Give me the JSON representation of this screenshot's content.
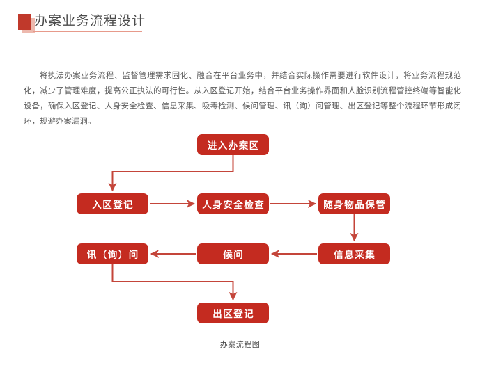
{
  "page": {
    "title": "办案业务流程设计",
    "accent_color": "#c42b20",
    "marker_color": "#c0392b",
    "underline_color": "#e79a8b",
    "body_text_color": "#5a5a5a"
  },
  "paragraph": {
    "text": "将执法办案业务流程、监督管理需求固化、融合在平台业务中，并结合实际操作需要进行软件设计，将业务流程规范化，减少了管理难度，提高公正执法的可行性。从入区登记开始，结合平台业务操作界面和人脸识别流程管控终端等智能化设备，确保入区登记、人身安全检查、信息采集、吸毒检测、候问管理、讯（询）问管理、出区登记等整个流程环节形成闭环，规避办案漏洞。"
  },
  "flowchart": {
    "caption": "办案流程图",
    "nodes": [
      {
        "id": "enter",
        "label": "进入办案区"
      },
      {
        "id": "reg_in",
        "label": "入区登记"
      },
      {
        "id": "safety",
        "label": "人身安全检查"
      },
      {
        "id": "belongings",
        "label": "随身物品保管"
      },
      {
        "id": "info",
        "label": "信息采集"
      },
      {
        "id": "wait",
        "label": "候问"
      },
      {
        "id": "interro",
        "label": "讯（询）问"
      },
      {
        "id": "reg_out",
        "label": "出区登记"
      }
    ],
    "edges": [
      {
        "from": "enter",
        "to": "reg_in",
        "style": "elbow-down-left-down"
      },
      {
        "from": "reg_in",
        "to": "safety",
        "style": "straight-right"
      },
      {
        "from": "safety",
        "to": "belongings",
        "style": "straight-right"
      },
      {
        "from": "belongings",
        "to": "info",
        "style": "straight-down"
      },
      {
        "from": "info",
        "to": "wait",
        "style": "straight-left"
      },
      {
        "from": "wait",
        "to": "interro",
        "style": "straight-left"
      },
      {
        "from": "interro",
        "to": "reg_out",
        "style": "elbow-down-right-down"
      }
    ]
  }
}
